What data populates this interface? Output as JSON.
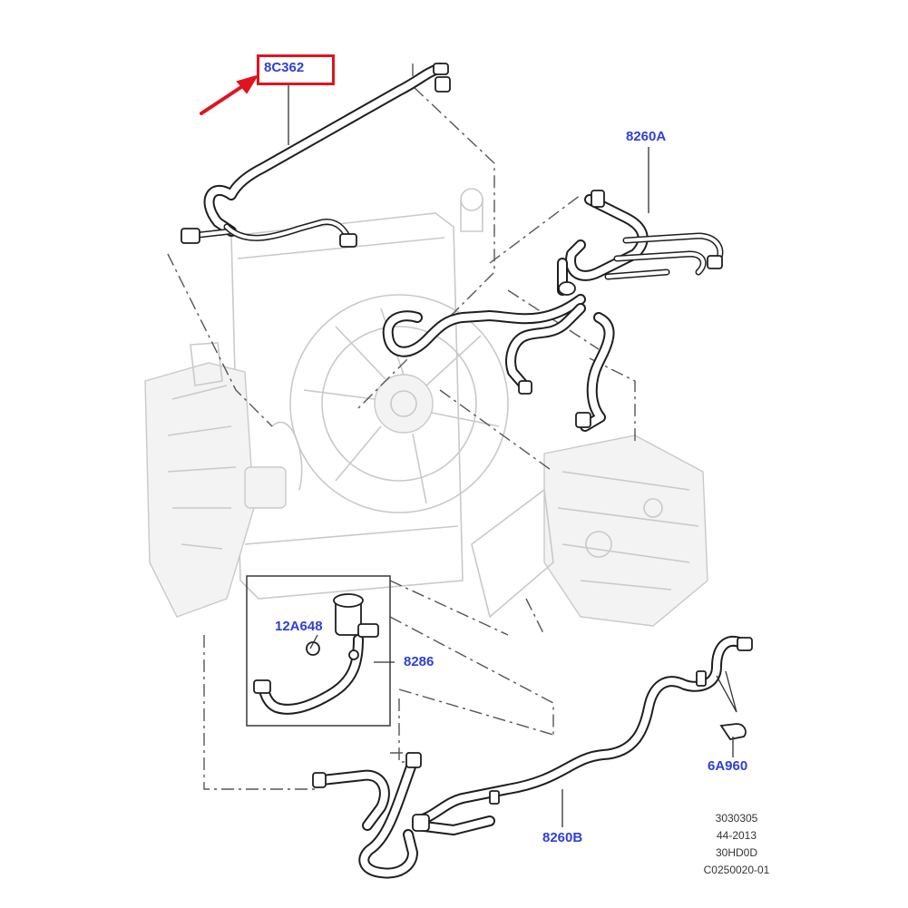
{
  "callouts": {
    "hose_8c362": "8C362",
    "hose_8260a": "8260A",
    "sensor_12a648": "12A648",
    "hose_8286": "8286",
    "hose_8260b": "8260B",
    "clip_6a960": "6A960"
  },
  "doc_codes": {
    "line1": "3030305",
    "line2": "44-2013",
    "line3": "30HD0D",
    "line4": "C0250020-01"
  },
  "colors": {
    "callout_blue": "#2f3fd8",
    "highlight_red": "#e0141e",
    "line_dark": "#222222",
    "ghost_gray": "#c8c8c8"
  }
}
